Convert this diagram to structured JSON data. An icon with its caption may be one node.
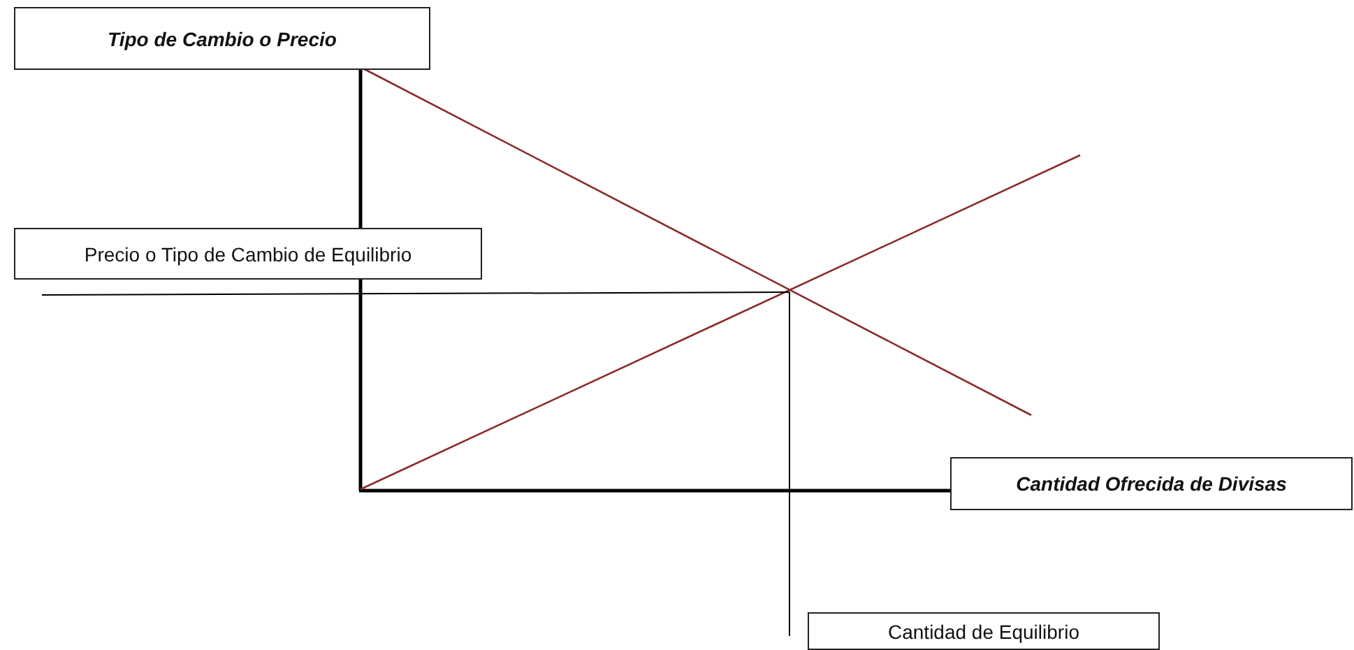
{
  "diagram": {
    "nodes": [
      {
        "text": [
          "Tipo  de Cambio o Precio"
        ]
      },
      {
        "text": [
          "Precio o Tipo de Cambio de Equilibrio"
        ]
      },
      {
        "text": [
          "Cantidad Ofrecida de Divisas"
        ]
      },
      {
        "text": [
          "Cantidad de Equilibrio"
        ]
      }
    ]
  }
}
